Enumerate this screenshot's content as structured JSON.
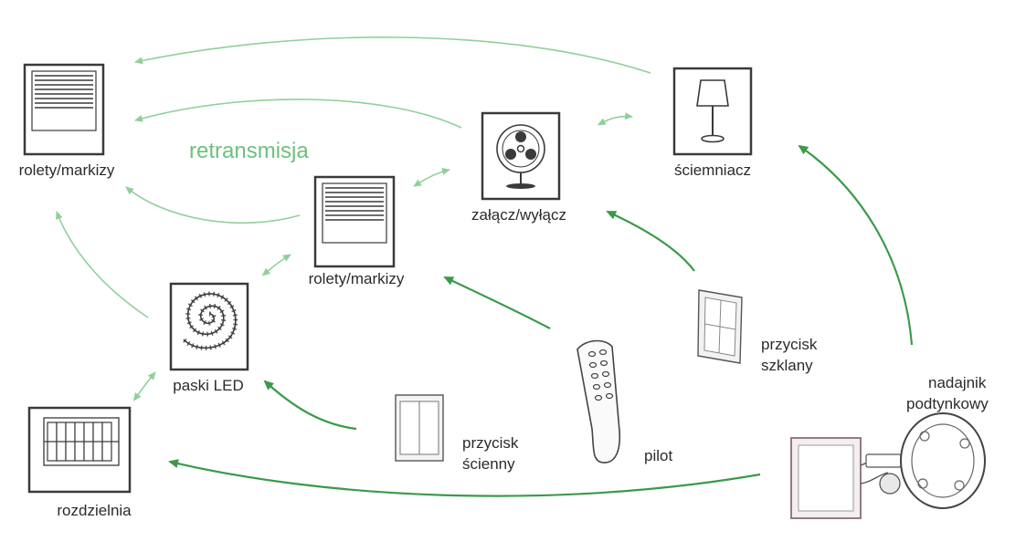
{
  "diagram": {
    "title": "retransmisja",
    "devices": {
      "rolety_left": "rolety/markizy",
      "rolety_center": "rolety/markizy",
      "zalacz": "załącz/wyłącz",
      "sciemniacz": "ściemniacz",
      "paski_led": "paski LED",
      "rozdzielnia": "rozdzielnia"
    },
    "transmitters": {
      "przycisk_scienny": [
        "przycisk",
        "ścienny"
      ],
      "pilot": "pilot",
      "przycisk_szklany": [
        "przycisk",
        "szklany"
      ],
      "nadajnik": [
        "nadajnik",
        "podtynkowy"
      ]
    },
    "colors": {
      "retransmission_arrow": "#8fd09a",
      "control_arrow": "#3a9a4a",
      "icon_stroke": "#3a3a3a"
    }
  }
}
